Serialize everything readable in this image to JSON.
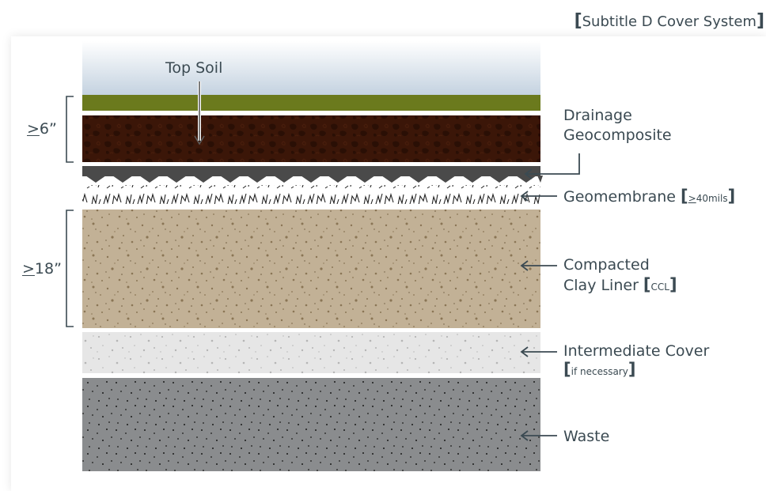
{
  "header": {
    "subtitle": "Subtitle D Cover System"
  },
  "dimensions": [
    {
      "symbol": ">",
      "value": "6”"
    },
    {
      "symbol": ">",
      "value": "18”"
    }
  ],
  "layers": {
    "top_soil": "Top Soil",
    "drainage": [
      "Drainage",
      "Geocomposite"
    ],
    "geomembrane": {
      "label": "Geomembrane ",
      "note_symbol": ">",
      "note": "40mils"
    },
    "clay": {
      "line1": "Compacted",
      "line2": "Clay Liner ",
      "note": "CCL"
    },
    "intermediate": {
      "line1": "Intermediate Cover",
      "note": "if necessary"
    },
    "waste": "Waste"
  },
  "colors": {
    "sky_top": "#c4d2e0",
    "grass": "#6b7a1d",
    "top_soil": "#3b1608",
    "geocomposite": "#4a4a4a",
    "clay": "#c2b196",
    "intermediate": "#e6e6e6",
    "waste": "#8a8c8e",
    "text": "#3b4a52"
  }
}
